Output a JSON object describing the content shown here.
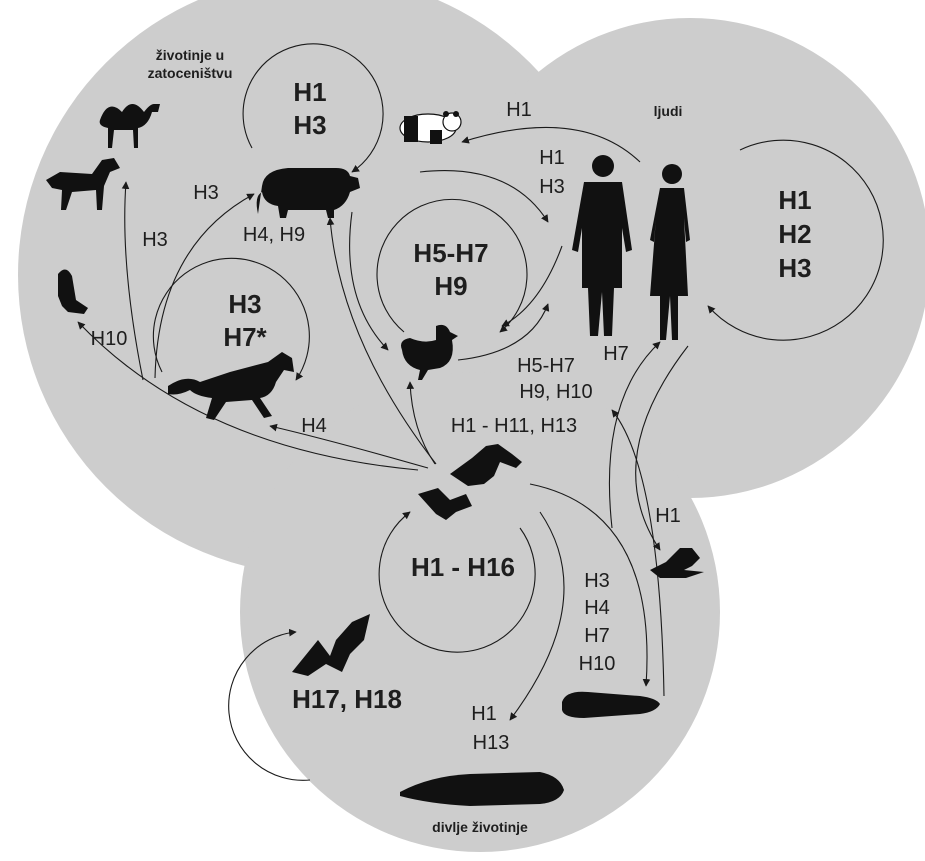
{
  "headers": {
    "captive_line1": "životinje u",
    "captive_line2": "zatoceništvu",
    "humans": "ljudi",
    "wild": "divlje životinje"
  },
  "cycles": {
    "pig_line1": "H1",
    "pig_line2": "H3",
    "human_line1": "H1",
    "human_line2": "H2",
    "human_line3": "H3",
    "chicken_line1": "H5-H7",
    "chicken_line2": "H9",
    "horse_line1": "H3",
    "horse_line2": "H7*",
    "birds": "H1 - H16",
    "bats": "H17, H18"
  },
  "labels": {
    "humans_to_panda": "H1",
    "humans_to_chicken_1": "H1",
    "humans_to_chicken_2": "H3",
    "to_pig": "H3",
    "to_dog": "H3",
    "pig_out": "H4, H9",
    "to_ferret": "H10",
    "chicken_out_1": "H5-H7",
    "chicken_out_2": "H9, H10",
    "to_horse": "H4",
    "birds_to_chicken": "H1 - H11, H13",
    "humans_to_sealion": "H7",
    "to_sealion": "H1",
    "to_seal_1": "H3",
    "to_seal_2": "H4",
    "to_seal_3": "H7",
    "to_seal_4": "H10",
    "to_whale_1": "H1",
    "to_whale_2": "H13"
  }
}
